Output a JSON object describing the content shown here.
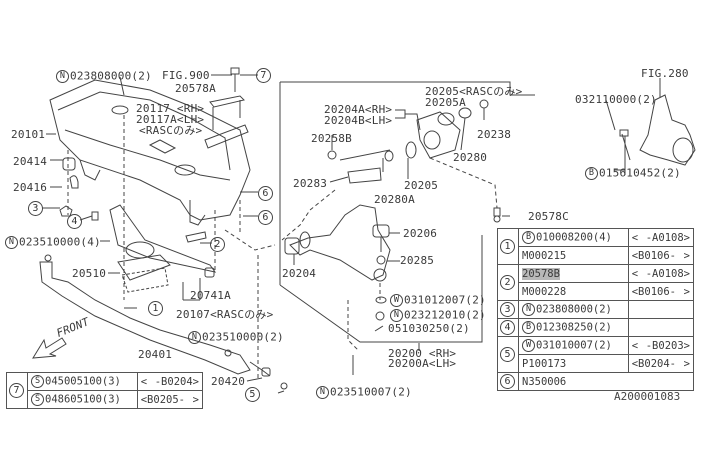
{
  "diagram": {
    "figure_id": "A200001083",
    "front_label": "FRONT",
    "labels": {
      "n023808000_top": {
        "mark": "N",
        "text": "023808000(2)"
      },
      "fig900": "FIG.900",
      "p20578A": "20578A",
      "p20117": "20117 <RH>",
      "p20117A": "20117A<LH>",
      "rasc1": "<RASCのみ>",
      "p20101": "20101",
      "p20414": "20414",
      "p20416": "20416",
      "n023510000_4": {
        "mark": "N",
        "text": "023510000(4)"
      },
      "p20510": "20510",
      "p20741A": "20741A",
      "p20107": "20107<RASCのみ>",
      "n023510000_2": {
        "mark": "N",
        "text": "023510000(2)"
      },
      "p20401": "20401",
      "p20420": "20420",
      "n023510007": {
        "mark": "N",
        "text": "023510007(2)"
      },
      "p20205rasc": "20205<RASCのみ>",
      "p20205A": "20205A",
      "p20204A": "20204A<RH>",
      "p20204B": "20204B<LH>",
      "p20238": "20238",
      "p20258B": "20258B",
      "p20280": "20280",
      "p20283": "20283",
      "p20205": "20205",
      "p20280A": "20280A",
      "p20206": "20206",
      "p20285": "20285",
      "p20204": "20204",
      "w031012007": {
        "mark": "W",
        "text": "031012007(2)"
      },
      "n023212010": {
        "mark": "N",
        "text": "023212010(2)"
      },
      "p051030250": "051030250(2)",
      "p20200": "20200 <RH>",
      "p20200A": "20200A<LH>",
      "p20578C": "20578C",
      "fig280": "FIG.280",
      "p032110000": "032110000(2)",
      "b015610452": {
        "mark": "B",
        "text": "015610452(2)"
      }
    },
    "callouts": [
      "1",
      "2",
      "3",
      "4",
      "5",
      "6",
      "6",
      "7"
    ]
  },
  "ref_table_right": {
    "rows": [
      {
        "ref": "1",
        "entries": [
          {
            "mark": "B",
            "part": "010008200(4)",
            "range_from": "<",
            "range_to": "-A0108>"
          },
          {
            "mark": "",
            "part": "M000215",
            "range_from": "<B0106-",
            "range_to": ">"
          }
        ]
      },
      {
        "ref": "2",
        "entries": [
          {
            "mark": "",
            "part": "20578B",
            "highlight": true,
            "range_from": "<",
            "range_to": "-A0108>"
          },
          {
            "mark": "",
            "part": "M000228",
            "range_from": "<B0106-",
            "range_to": ">"
          }
        ]
      },
      {
        "ref": "3",
        "entries": [
          {
            "mark": "N",
            "part": "023808000(2)",
            "range_from": "",
            "range_to": ""
          }
        ]
      },
      {
        "ref": "4",
        "entries": [
          {
            "mark": "B",
            "part": "012308250(2)",
            "range_from": "",
            "range_to": ""
          }
        ]
      },
      {
        "ref": "5",
        "entries": [
          {
            "mark": "W",
            "part": "031010007(2)",
            "range_from": "<",
            "range_to": "-B0203>"
          },
          {
            "mark": "",
            "part": "P100173",
            "range_from": "<B0204-",
            "range_to": ">"
          }
        ]
      },
      {
        "ref": "6",
        "entries": [
          {
            "mark": "",
            "part": "N350006",
            "range_from": "",
            "range_to": ""
          }
        ]
      }
    ]
  },
  "ref_table_left": {
    "rows": [
      {
        "ref": "7",
        "entries": [
          {
            "mark": "S",
            "part": "045005100(3)",
            "range_from": "<",
            "range_to": "-B0204>"
          },
          {
            "mark": "S",
            "part": "048605100(3)",
            "range_from": "<B0205-",
            "range_to": ">"
          }
        ]
      }
    ]
  }
}
